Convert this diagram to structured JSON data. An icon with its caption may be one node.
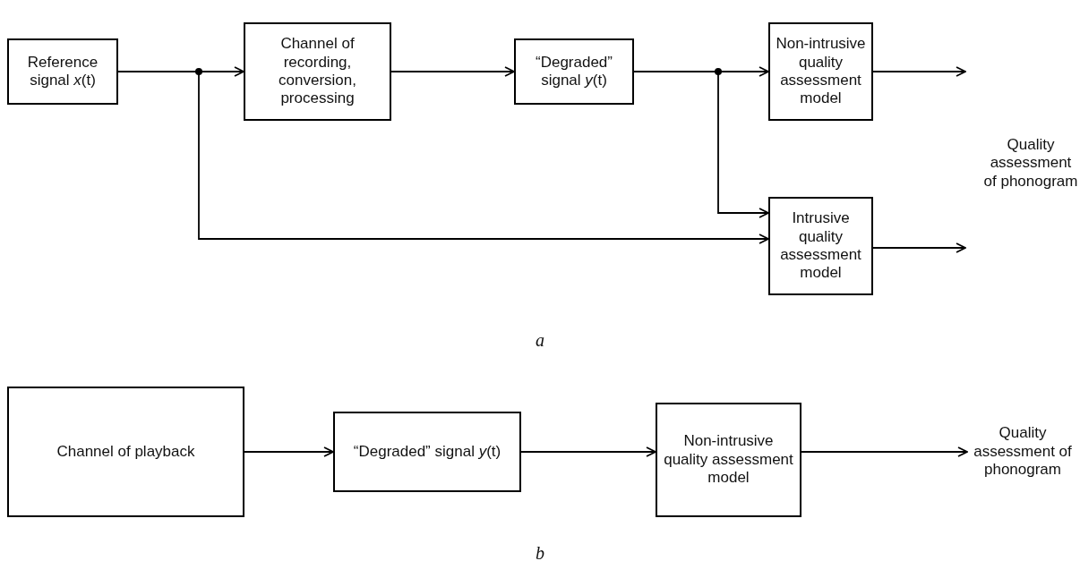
{
  "diagram": {
    "nodes": [
      {
        "text": [
          "Reference signal *x*(t)"
        ]
      },
      {
        "text": [
          "Channel of recording, conversion, processing"
        ]
      },
      {
        "text": [
          "“Degraded” signal *y*(t)"
        ]
      },
      {
        "text": [
          "Non-intrusive quality assessment model"
        ]
      },
      {
        "text": [
          "Intrusive quality assessment model"
        ]
      },
      {
        "text": [
          "Channel of playback"
        ]
      },
      {
        "text": [
          "“Degraded” signal *y*(t)"
        ]
      },
      {
        "text": [
          "Non-intrusive quality assessment model"
        ]
      },
      {
        "text": [
          "Quality assessment of phonogram"
        ]
      }
    ],
    "edges": [
      {
        "from": 0,
        "to": 1,
        "arrow": "to"
      },
      {
        "from": 0,
        "to": 4,
        "arrow": "to"
      },
      {
        "from": 1,
        "to": 2,
        "arrow": "to"
      },
      {
        "from": 2,
        "to": 3,
        "arrow": "to"
      },
      {
        "from": 2,
        "to": 4,
        "arrow": "to"
      },
      {
        "from": 3,
        "to": null,
        "arrow": "to"
      },
      {
        "from": 4,
        "to": null,
        "arrow": "to"
      },
      {
        "from": 5,
        "to": 6,
        "arrow": "to"
      },
      {
        "from": 6,
        "to": 7,
        "arrow": "to"
      },
      {
        "from": 7,
        "to": 8,
        "arrow": "to"
      }
    ],
    "labels": [
      "Quality assessment of phonogram",
      "a",
      "b"
    ]
  }
}
